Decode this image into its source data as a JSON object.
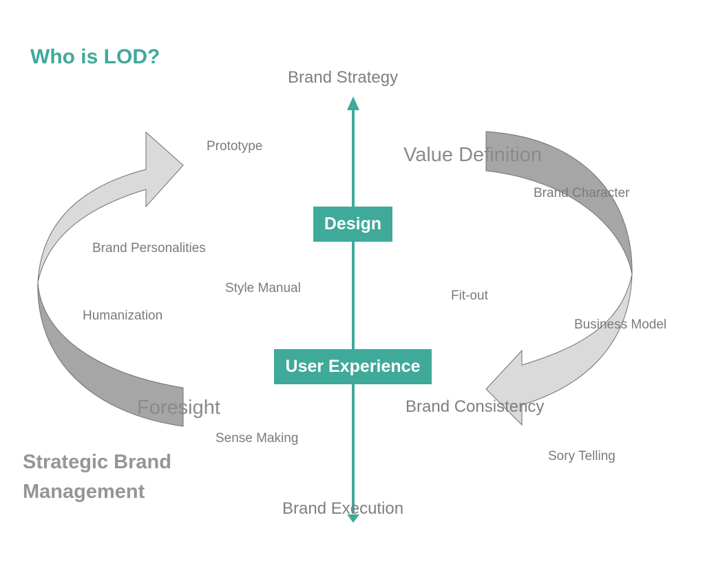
{
  "title": "Who is LOD?",
  "axis": {
    "top_label": "Brand Strategy",
    "bottom_label": "Brand Execution",
    "box_design": "Design",
    "box_ux": "User Experience"
  },
  "left_cycle": {
    "prototype": "Prototype",
    "brand_personalities": "Brand Personalities",
    "style_manual": "Style Manual",
    "humanization": "Humanization",
    "foresight": "Foresight",
    "sense_making": "Sense Making"
  },
  "right_cycle": {
    "value_definition": "Value Definition",
    "brand_character": "Brand Character",
    "fit_out": "Fit-out",
    "business_model": "Business Model",
    "brand_consistency": "Brand Consistency",
    "story_telling": "Sory Telling"
  },
  "strategic": {
    "line1": "Strategic Brand",
    "line2": "Management"
  },
  "colors": {
    "teal": "#3fa99a",
    "arrow_dark": "#a6a6a6",
    "arrow_light": "#dadada",
    "text_gray": "#7a7a7a"
  }
}
